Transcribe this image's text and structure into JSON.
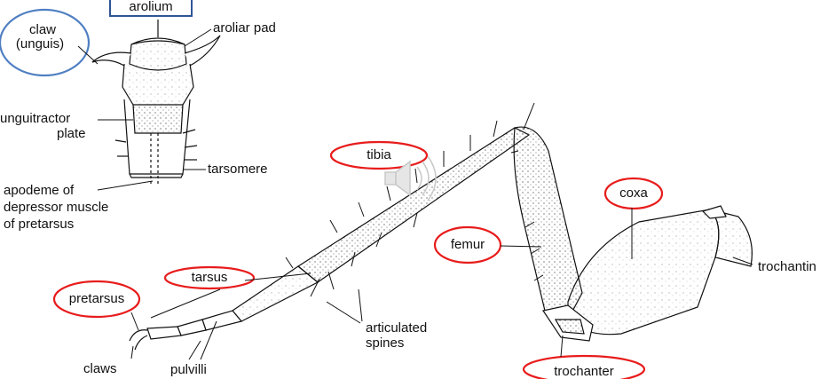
{
  "colors": {
    "highlight_ellipse": "#e81c1c",
    "claw_ellipse": "#4f7fc2",
    "arolium_box": "#2f5597",
    "ink": "#111111",
    "paper": "#ffffff"
  },
  "labels": {
    "arolium": "arolium",
    "claw": "claw",
    "unguis": "(unguis)",
    "aroliar_pad": "aroliar pad",
    "unguitractor": "unguitractor",
    "plate": "plate",
    "tarsomere": "tarsomere",
    "apodeme_1": "apodeme of",
    "apodeme_2": "depressor muscle",
    "apodeme_3": "of pretarsus",
    "tibia": "tibia",
    "coxa": "coxa",
    "femur": "femur",
    "trochantin": "trochantin",
    "tarsus": "tarsus",
    "pretarsus": "pretarsus",
    "articulated_1": "articulated",
    "articulated_2": "spines",
    "claws": "claws",
    "pulvilli": "pulvilli",
    "trochanter": "trochanter"
  },
  "icons": {
    "speaker": "speaker-icon"
  }
}
